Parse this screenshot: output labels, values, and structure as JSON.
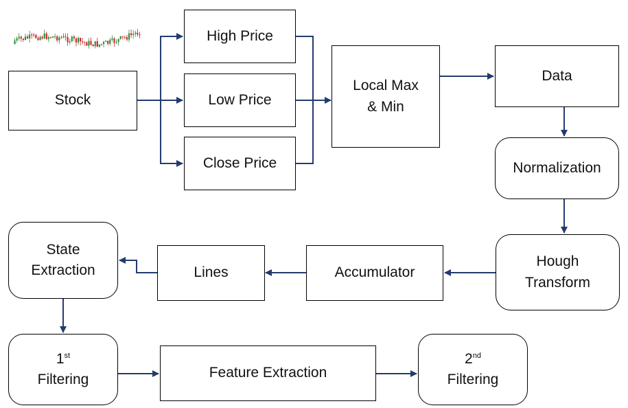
{
  "nodes": {
    "stock": "Stock",
    "high_price": "High Price",
    "low_price": "Low Price",
    "close_price": "Close Price",
    "local_max_min_line1": "Local Max",
    "local_max_min_line2": "& Min",
    "data": "Data",
    "normalization": "Normalization",
    "hough_line1": "Hough",
    "hough_line2": "Transform",
    "accumulator": "Accumulator",
    "lines": "Lines",
    "state_extraction_line1": "State",
    "state_extraction_line2": "Extraction",
    "first_filter_num": "1",
    "first_filter_sup": "st",
    "first_filter_label": "Filtering",
    "feature_extraction": "Feature Extraction",
    "second_filter_num": "2",
    "second_filter_sup": "nd",
    "second_filter_label": "Filtering"
  },
  "colors": {
    "arrow": "#233b6e",
    "candle_up": "#2e8b3a",
    "candle_down": "#c62828"
  },
  "icons": {
    "stock": "candlestick-chart-icon"
  }
}
